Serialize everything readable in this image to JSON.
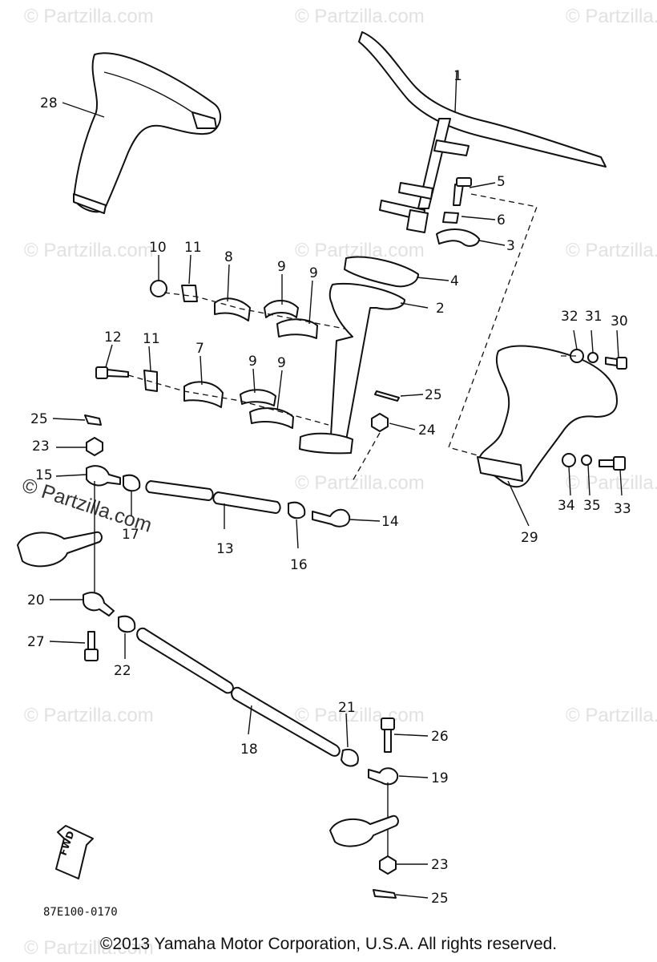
{
  "diagram": {
    "doc_code": "87E100-0170",
    "fwd_label": "FWD",
    "copyright": "©2013 Yamaha Motor Corporation, U.S.A. All rights reserved.",
    "watermark": "© Partzilla.com",
    "callouts": [
      "1",
      "2",
      "3",
      "4",
      "5",
      "6",
      "7",
      "8",
      "9",
      "10",
      "11",
      "12",
      "13",
      "14",
      "15",
      "16",
      "17",
      "18",
      "19",
      "20",
      "21",
      "22",
      "23",
      "24",
      "25",
      "26",
      "27",
      "28",
      "29",
      "30",
      "31",
      "32",
      "33",
      "34",
      "35"
    ]
  }
}
